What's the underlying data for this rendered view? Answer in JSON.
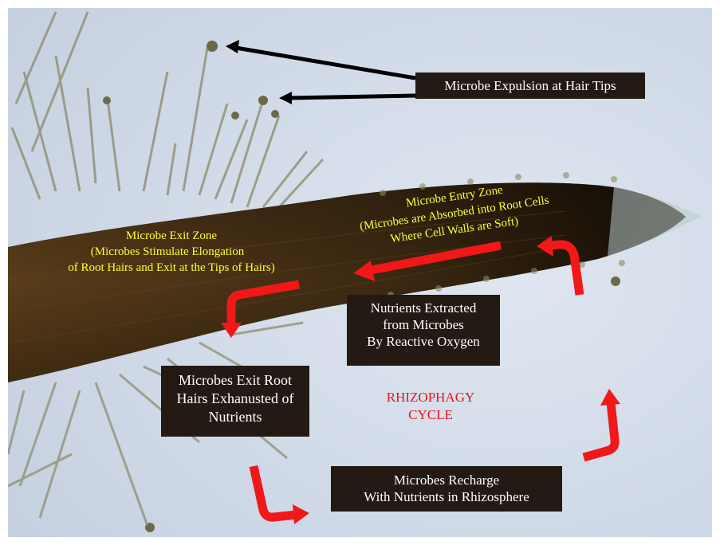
{
  "labels": {
    "expulsion": "Microbe Expulsion at Hair Tips",
    "nutrients_extracted": [
      "Nutrients Extracted",
      "from Microbes",
      "By Reactive Oxygen"
    ],
    "exit_root_hairs": [
      "Microbes Exit Root",
      "Hairs Exhanusted of",
      "Nutrients"
    ],
    "recharge": [
      "Microbes Recharge",
      "With Nutrients in Rhizosphere"
    ]
  },
  "zones": {
    "exit": [
      "Microbe Exit Zone",
      "(Microbes Stimulate Elongation",
      "of Root Hairs and Exit at the Tips of Hairs)"
    ],
    "entry": [
      "Microbe Entry Zone",
      "(Microbes are Absorbed into Root Cells",
      "Where Cell Walls are Soft)"
    ]
  },
  "cycle_title": [
    "RHIZOPHAGY",
    "CYCLE"
  ],
  "colors": {
    "label_bg": "#231a14",
    "zone_text": "#ffff33",
    "cycle_red": "#e8141c",
    "arrow_red": "#f01818"
  },
  "icons": [
    "black-pointer-arrow",
    "red-curved-arrow"
  ]
}
